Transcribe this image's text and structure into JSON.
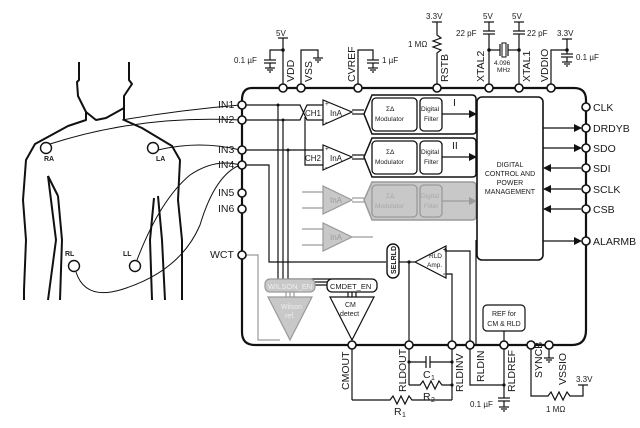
{
  "diagram": {
    "title": "ECG analog front-end block diagram with electrode placement",
    "colors": {
      "line": "#111111",
      "inactive": "#9a9a9a",
      "inactive_fill": "#c8c8c8",
      "background": "#ffffff"
    },
    "electrodes": {
      "ra": "RA",
      "la": "LA",
      "rl": "RL",
      "ll": "LL"
    },
    "left_pins": {
      "in1": "IN1",
      "in2": "IN2",
      "in3": "IN3",
      "in4": "IN4",
      "in5": "IN5",
      "in6": "IN6",
      "wct": "WCT"
    },
    "right_pins": {
      "clk": "CLK",
      "drdyb": "DRDYB",
      "sdo": "SDO",
      "sdi": "SDI",
      "sclk": "SCLK",
      "csb": "CSB",
      "alarmb": "ALARMB"
    },
    "top_pins": {
      "vdd": "VDD",
      "vss": "VSS",
      "cvref": "CVREF",
      "rstb": "RSTB",
      "xtal2": "XTAL2",
      "xtal1": "XTAL1",
      "vddio": "VDDIO"
    },
    "bottom_pins": {
      "cmout": "CMOUT",
      "rldout": "RLDOUT",
      "rldinv": "RLDINV",
      "rldin": "RLDIN",
      "rldref": "RLDREF",
      "syncb": "SYNCB",
      "vssio": "VSSIO"
    },
    "top_components": {
      "vdd_supply": "5V",
      "vdd_cap": "0.1 µF",
      "cvref_cap": "1 µF",
      "rstb_supply": "3.3V",
      "rstb_res": "1 MΩ",
      "xtal2_supply": "5V",
      "xtal2_cap": "22 pF",
      "xtal1_supply": "5V",
      "xtal1_cap": "22 pF",
      "crystal_freq": "4.096",
      "crystal_unit": "MHz",
      "vddio_supply": "3.3V",
      "vddio_cap": "0.1 µF"
    },
    "bottom_components": {
      "c1": "C",
      "c1_sub": "1",
      "r2": "R",
      "r2_sub": "2",
      "r1": "R",
      "r1_sub": "1",
      "rldref_cap": "0.1 µF",
      "syncb_res": "1 MΩ",
      "syncb_supply": "3.3V"
    },
    "blocks": {
      "ch1": "CH1",
      "ch2": "CH2",
      "ina": "InA",
      "sigma_delta": "ΣΔ",
      "modulator": "Modulator",
      "digital": "Digital",
      "filter": "Filter",
      "ch1_out": "I",
      "ch2_out": "II",
      "digital_control": [
        "DIGITAL",
        "CONTROL AND",
        "POWER",
        "MANAGEMENT"
      ],
      "selrld": "SELRLD",
      "rld_amp": [
        "RLD",
        "Amp."
      ],
      "wilson_en": "WILSON_EN",
      "wilson_ref": [
        "Wilson",
        "ref."
      ],
      "cmdet_en": "CMDET_EN",
      "cm_detect": [
        "CM",
        "detect"
      ],
      "ref_block": [
        "REF for",
        "CM & RLD"
      ]
    }
  }
}
